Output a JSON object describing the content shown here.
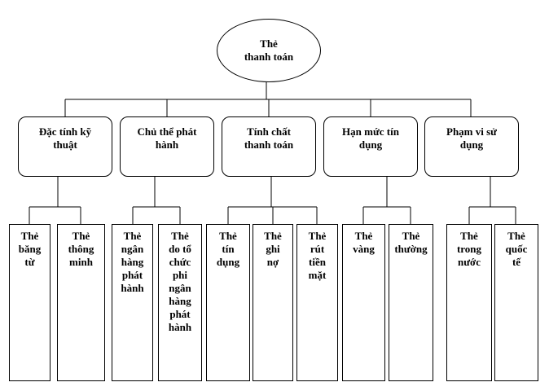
{
  "root": {
    "label": "Thẻ\nthanh toán"
  },
  "categories": [
    {
      "label": "Đặc tính kỹ\nthuật",
      "children": [
        "Thẻ\nbăng\ntừ",
        "Thẻ\nthông\nminh"
      ]
    },
    {
      "label": "Chủ thể phát\nhành",
      "children": [
        "Thẻ\nngân\nhàng\nphát\nhành",
        "Thẻ\ndo tổ\nchức\nphi\nngân\nhàng\nphát\nhành"
      ]
    },
    {
      "label": "Tính chất\nthanh toán",
      "children": [
        "Thẻ\ntín\ndụng",
        "Thẻ\nghi\nnợ",
        "Thẻ\nrút\ntiền\nmặt"
      ]
    },
    {
      "label": "Hạn mức tín\ndụng",
      "children": [
        "Thẻ\nvàng",
        "Thẻ\nthường"
      ]
    },
    {
      "label": "Phạm vi sử\ndụng",
      "children": [
        "Thẻ\ntrong\nnước",
        "Thẻ\nquốc\ntế"
      ]
    }
  ]
}
